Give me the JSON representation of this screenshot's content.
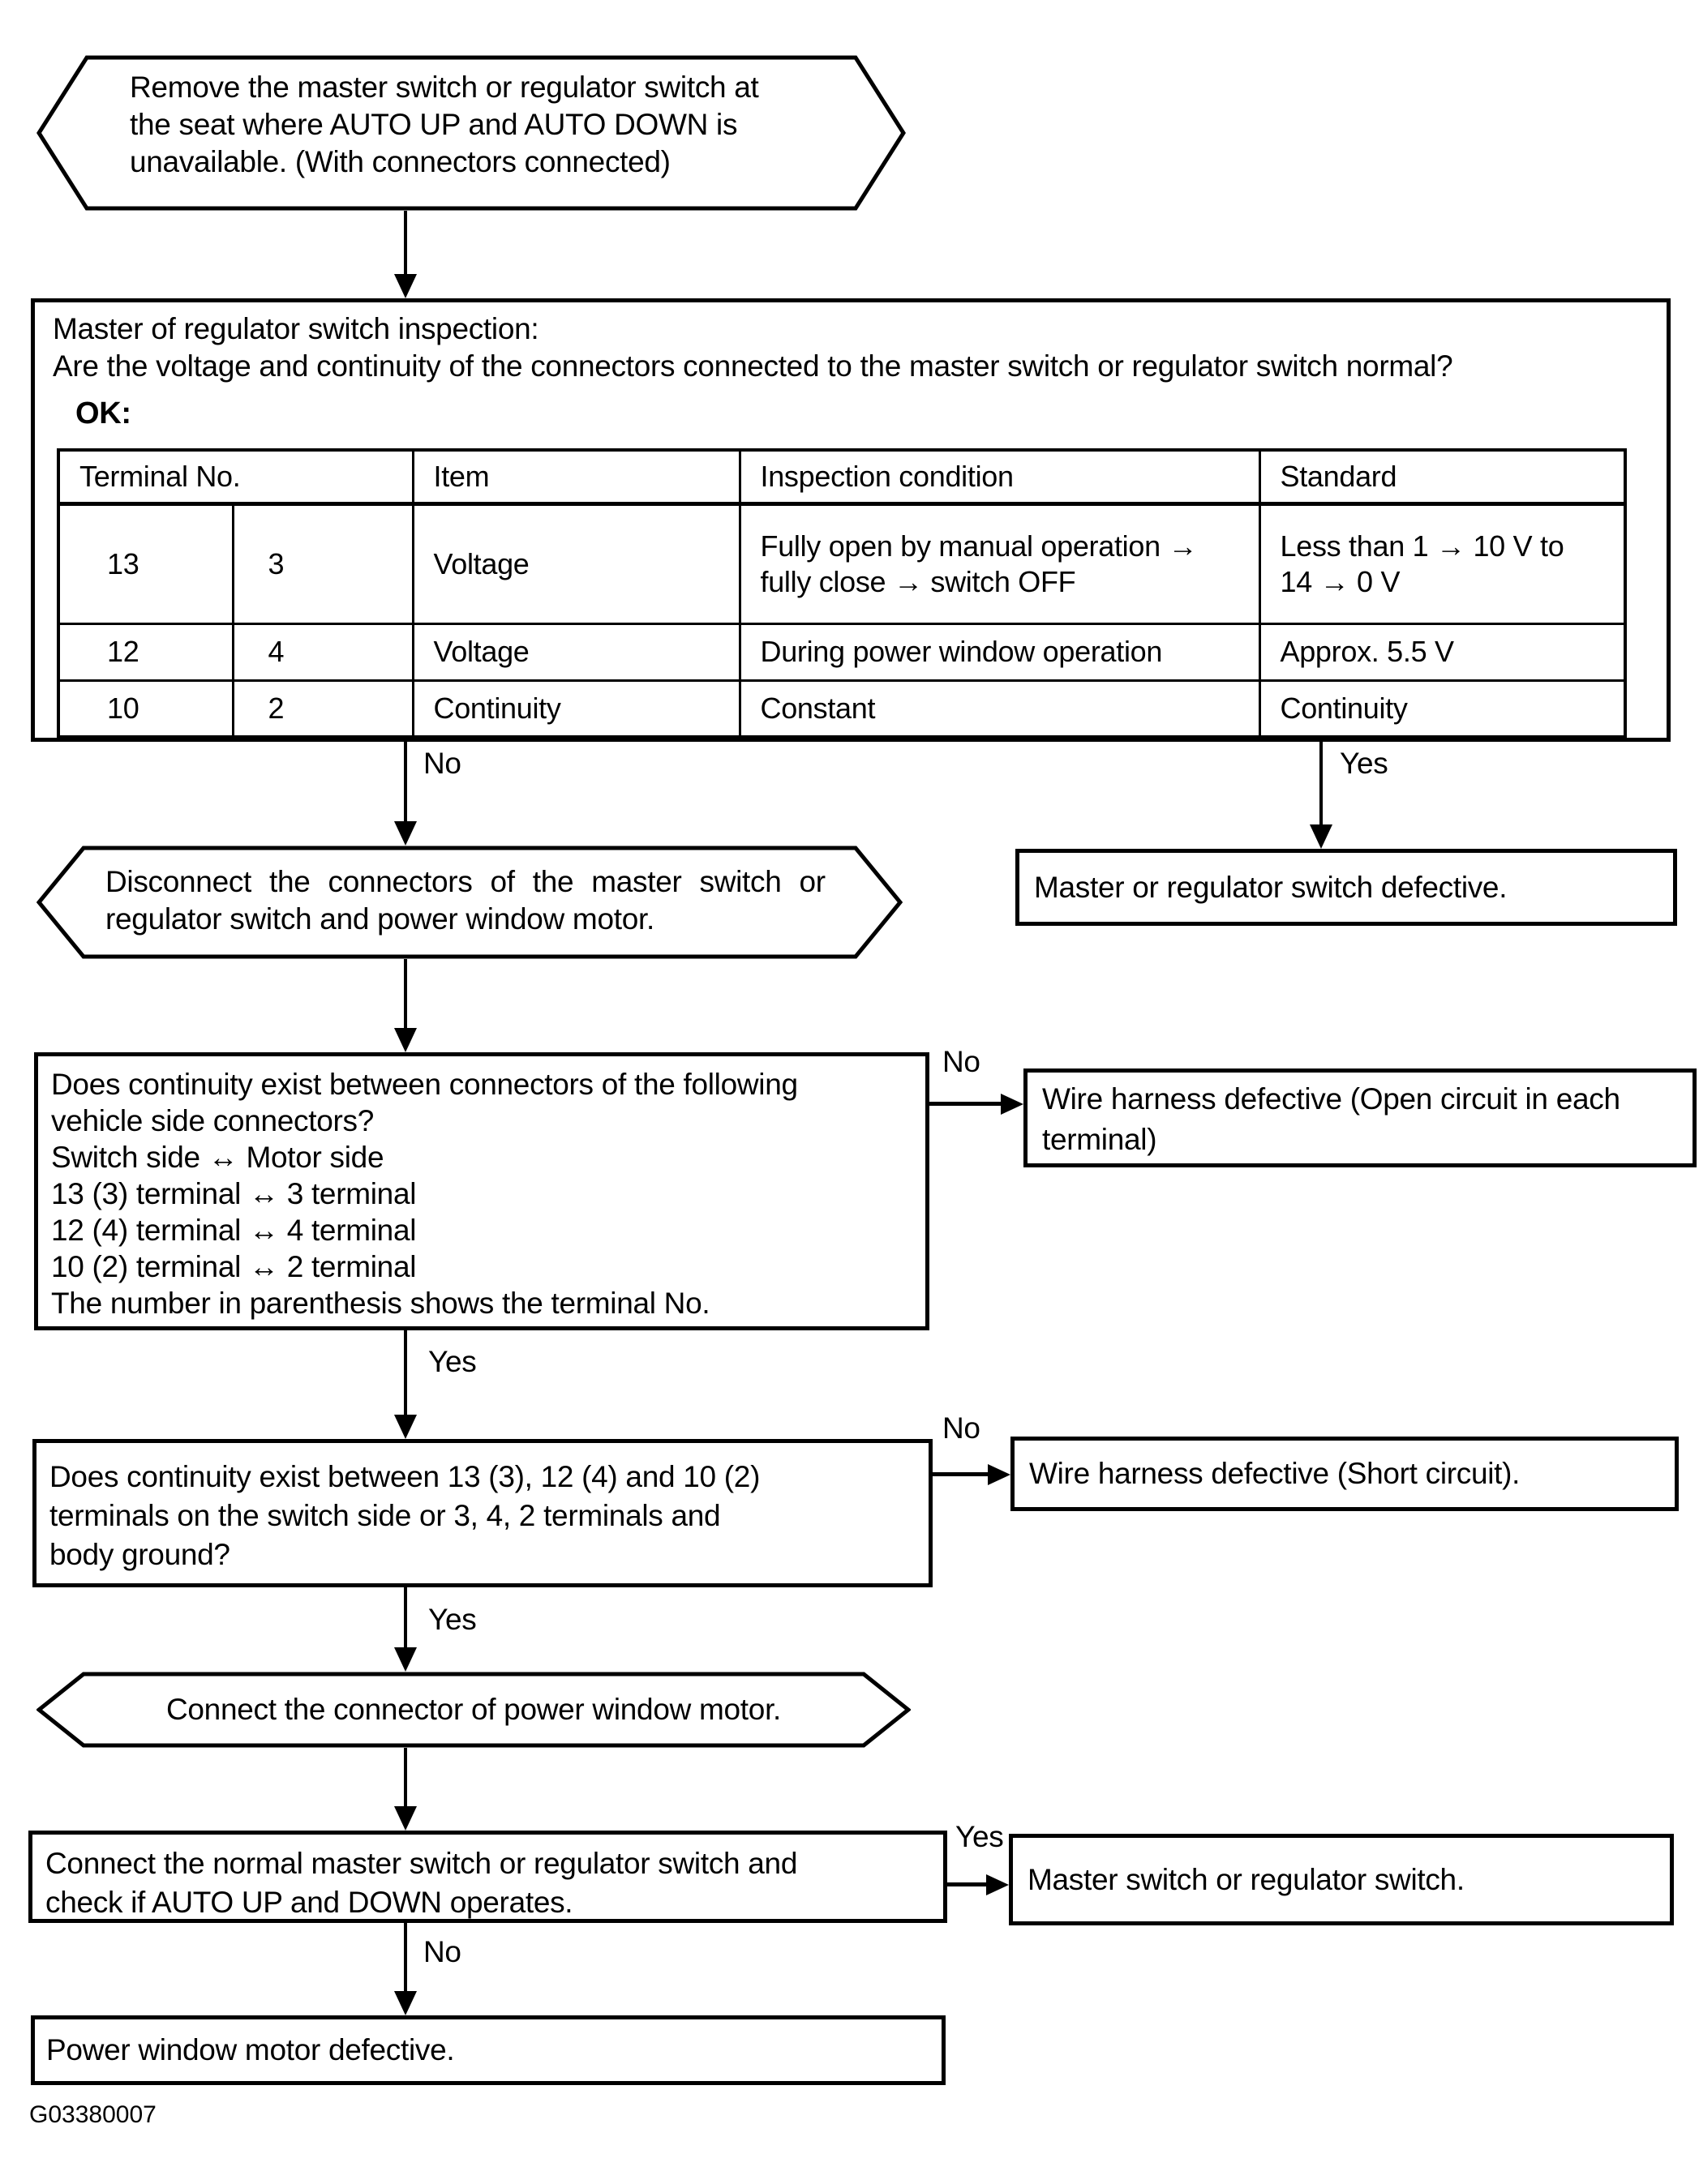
{
  "figure_id": "G03380007",
  "labels": {
    "yes": "Yes",
    "no": "No"
  },
  "nodes": {
    "hex_remove": {
      "lines": [
        "Remove the master switch or regulator switch at",
        "the seat where AUTO UP and AUTO DOWN is",
        "unavailable. (With connectors connected)"
      ]
    },
    "inspection": {
      "title": "Master of regulator switch inspection:",
      "question": "Are the voltage and continuity of the connectors connected to the master switch or regulator switch normal?",
      "ok_label": "OK:",
      "table": {
        "headers": [
          "Terminal No.",
          "Item",
          "Inspection condition",
          "Standard"
        ],
        "rows": [
          {
            "terminal_a": "13",
            "terminal_b": "3",
            "item": "Voltage",
            "condition": "Fully open by manual operation → fully close → switch OFF",
            "standard": "Less than 1 → 10 V to 14 → 0 V"
          },
          {
            "terminal_a": "12",
            "terminal_b": "4",
            "item": "Voltage",
            "condition": "During power window operation",
            "standard": "Approx. 5.5 V"
          },
          {
            "terminal_a": "10",
            "terminal_b": "2",
            "item": "Continuity",
            "condition": "Constant",
            "standard": "Continuity"
          }
        ]
      }
    },
    "master_defective": {
      "text": "Master or regulator switch defective."
    },
    "hex_disconnect": {
      "lines": [
        "Disconnect the connectors of the master switch or",
        "regulator switch and power window motor."
      ]
    },
    "continuity1": {
      "lines": [
        "Does continuity exist between connectors of the following",
        "vehicle side connectors?",
        "Switch side ↔ Motor side",
        "13 (3) terminal ↔ 3 terminal",
        "12 (4) terminal ↔ 4 terminal",
        "10 (2) terminal ↔ 2 terminal",
        "The number in parenthesis shows the terminal No."
      ]
    },
    "open_circuit": {
      "text": "Wire harness defective (Open circuit in each terminal)"
    },
    "continuity2": {
      "lines": [
        "Does continuity exist between 13 (3), 12 (4) and 10 (2)",
        "terminals on the switch side or 3, 4, 2 terminals and",
        "body ground?"
      ]
    },
    "short_circuit": {
      "text": "Wire harness defective (Short circuit)."
    },
    "hex_connect": {
      "text": "Connect the connector of power window motor."
    },
    "connect_normal": {
      "lines": [
        "Connect the normal master switch or regulator switch and",
        "check if AUTO UP and DOWN operates."
      ]
    },
    "master_switch": {
      "text": "Master switch or regulator switch."
    },
    "motor_defective": {
      "text": "Power window motor defective."
    }
  }
}
